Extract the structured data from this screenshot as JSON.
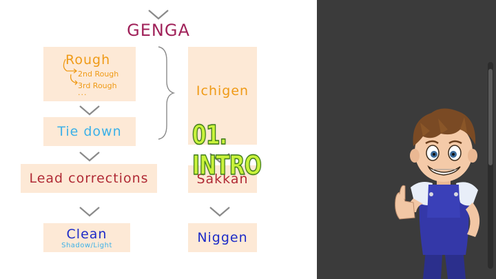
{
  "slide": {
    "title": "GENGA",
    "rough": {
      "title": "Rough",
      "sub1": "2nd Rough",
      "sub2": "3rd Rough",
      "sub3": "..."
    },
    "tie_down": "Tie down",
    "lead_corrections": "Lead corrections",
    "clean": {
      "title": "Clean",
      "subtitle": "Shadow/Light"
    },
    "ichigen": "Ichigen",
    "sakkan": "Sakkan",
    "niggen": "Niggen",
    "overlay_title": "01. INTRO"
  },
  "colors": {
    "box_fill": "#fde9d6",
    "genga": "#a0225a",
    "orange": "#ef9a16",
    "light_blue": "#3bb0e8",
    "dark_red": "#b02a35",
    "blue": "#1d2bc8",
    "intro_green": "#c9f23b",
    "panel": "#3b3b3b"
  },
  "icons": [
    "chevron-down-icon",
    "brace-icon",
    "mascot-character"
  ]
}
